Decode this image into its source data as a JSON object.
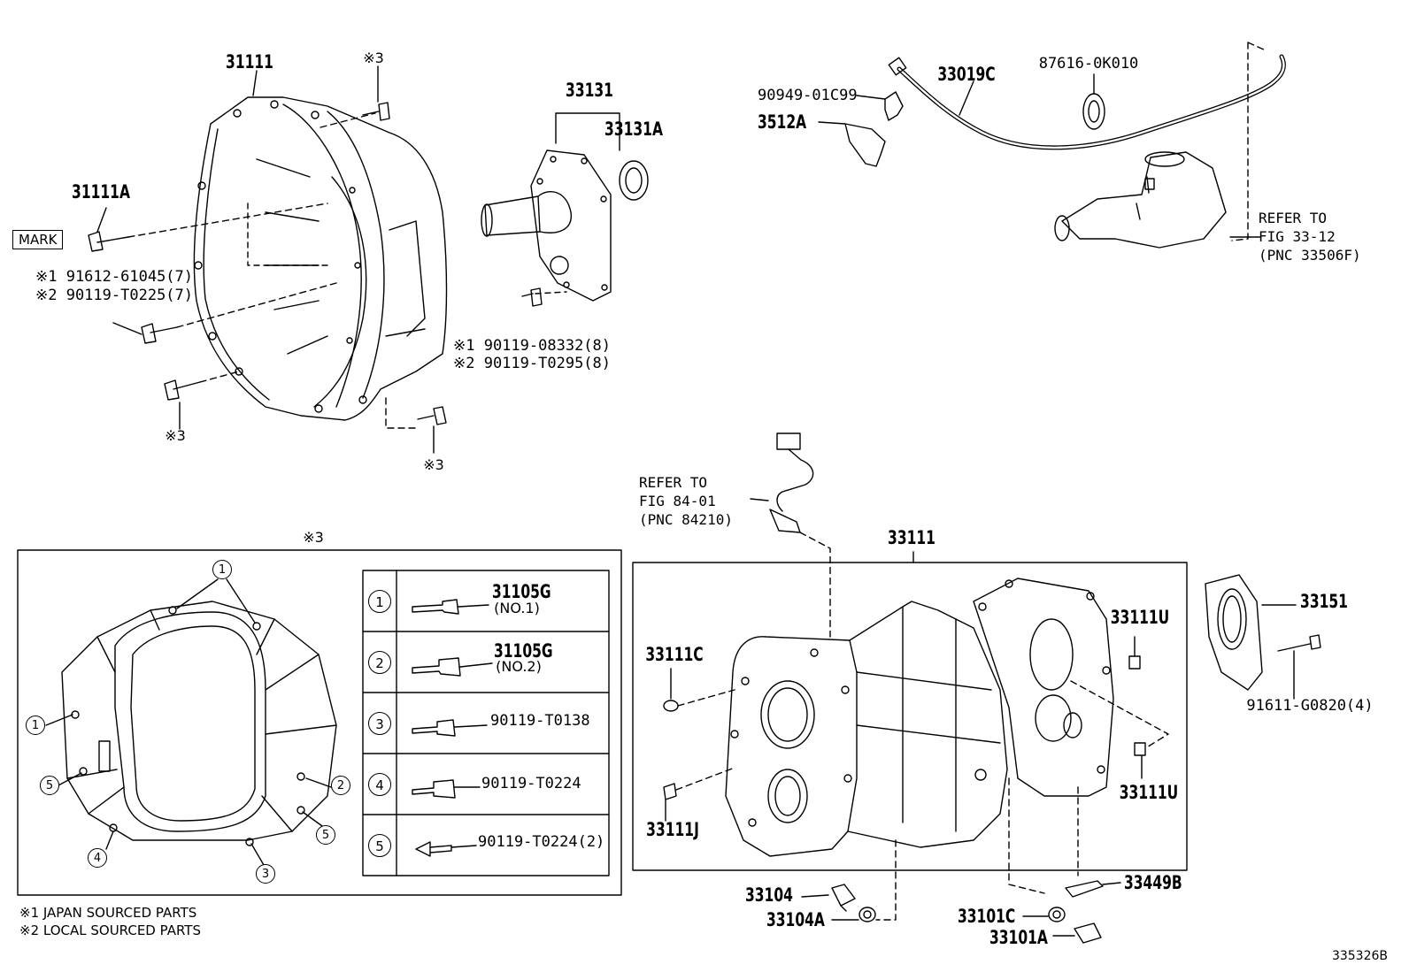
{
  "diagram": {
    "figure_code": "335326B",
    "mark_label": "MARK",
    "note3": "※3",
    "labels": {
      "p31111_top": "31111",
      "p31111A": "31111A",
      "bolt_j1": "※1 91612-61045(7)",
      "bolt_j2": "※2 90119-T0225(7)",
      "p33131": "33131",
      "p33131A": "33131A",
      "bolt_k1": "※1 90119-08332(8)",
      "bolt_k2": "※2 90119-T0295(8)",
      "p90949": "90949-01C99",
      "p3512A": "3512A",
      "p33019C": "33019C",
      "p87616": "87616-0K010",
      "refer1": "REFER TO\nFIG 33-12\n(PNC 33506F)",
      "refer2": "REFER TO\nFIG 84-01\n(PNC 84210)",
      "p33111_bottom": "33111",
      "p33151": "33151",
      "p33111C": "33111C",
      "p33111J": "33111J",
      "p33111U_a": "33111U",
      "p33111U_b": "33111U",
      "p91611": "91611-G0820(4)",
      "p33104": "33104",
      "p33104A": "33104A",
      "p33101C": "33101C",
      "p33101A": "33101A",
      "p33449B": "33449B"
    },
    "table": [
      {
        "num": "1",
        "part": "31105G",
        "sub": "(NO.1)"
      },
      {
        "num": "2",
        "part": "31105G",
        "sub": "(NO.2)"
      },
      {
        "num": "3",
        "part": "90119-T0138",
        "sub": ""
      },
      {
        "num": "4",
        "part": "90119-T0224",
        "sub": ""
      },
      {
        "num": "5",
        "part": "90119-T0224(2)",
        "sub": ""
      }
    ],
    "legend": {
      "note1": "※1 JAPAN SOURCED PARTS",
      "note2": "※2 LOCAL SOURCED PARTS"
    }
  }
}
